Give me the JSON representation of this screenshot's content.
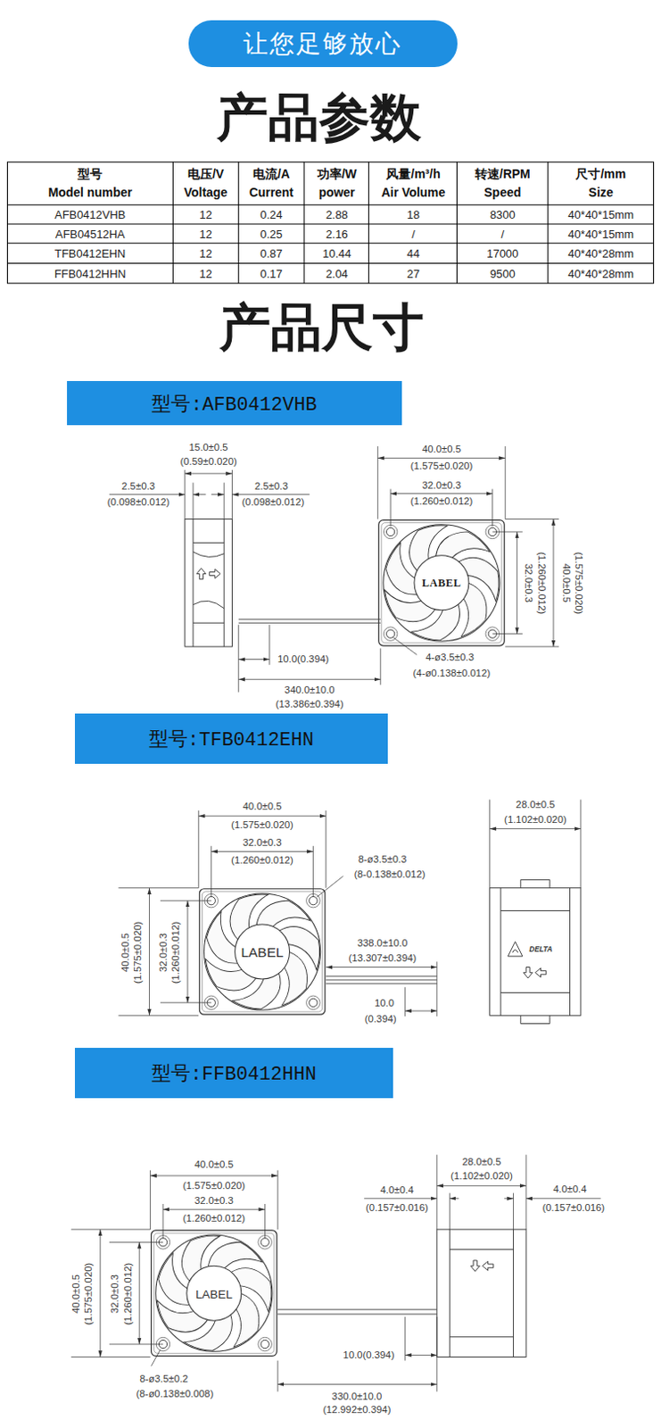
{
  "diagram": {
    "nodes": [
      {
        "text": [
          "让您足够放心"
        ]
      },
      {
        "text": [
          "型号:AFB0412VHB"
        ]
      },
      {
        "text": [
          "型号:TFB0412EHN"
        ]
      },
      {
        "text": [
          "型号:FFB0412HHN"
        ]
      }
    ],
    "labels": [
      "产品参数",
      "型号",
      "Model number",
      "电压/V",
      "Voltage",
      "电流/A",
      "Current",
      "功率/W",
      "power",
      "风量/m³/h",
      "Air Volume",
      "转速/RPM",
      "Speed",
      "尺寸/mm",
      "Size",
      "AFB0412VHB",
      "12",
      "0.24",
      "2.88",
      "18",
      "8300",
      "40*40*15mm",
      "AFB04512HA",
      "12",
      "0.25",
      "2.16",
      "/",
      "/",
      "40*40*15mm",
      "TFB0412EHN",
      "12",
      "0.87",
      "10.44",
      "44",
      "17000",
      "40*40*28mm",
      "FFB0412HHN",
      "12",
      "0.17",
      "2.04",
      "27",
      "9500",
      "40*40*28mm",
      "产品尺寸",
      "15.0±0.5",
      "(0.59±0.020)",
      "2.5±0.3",
      "(0.098±0.012)",
      "2.5±0.3",
      "(0.098±0.012)",
      "40.0±0.5",
      "(1.575±0.020)",
      "32.0±0.3",
      "(1.260±0.012)",
      "LABEL",
      "32.0±0.3",
      "(1.260±0.012)",
      "40.0±0.5",
      "(1.575±0.020)",
      "10.0(0.394)",
      "4-ø3.5±0.3",
      "(4-ø0.138±0.012)",
      "340.0±10.0",
      "(13.386±0.394)",
      "40.0±0.5",
      "(1.575±0.020)",
      "32.0±0.3",
      "(1.260±0.012)",
      "8-ø3.5±0.3",
      "(8-0.138±0.012)",
      "40.0±0.5",
      "(1.575±0.020)",
      "32.0±0.3",
      "(1.260±0.012)",
      "LABEL",
      "338.0±10.0",
      "(13.307±0.394)",
      "10.0",
      "(0.394)",
      "28.0±0.5",
      "(1.102±0.020)",
      "DELTA",
      "40.0±0.5",
      "(1.575±0.020)",
      "32.0±0.3",
      "(1.260±0.012)",
      "28.0±0.5",
      "(1.102±0.020)",
      "4.0±0.4",
      "(0.157±0.016)",
      "4.0±0.4",
      "(0.157±0.016)",
      "40.0±0.5",
      "(1.575±0.020)",
      "32.0±0.3",
      "(1.260±0.012)",
      "LABEL",
      "10.0(0.394)",
      "8-ø3.5±0.2",
      "(8-ø0.138±0.008)",
      "330.0±10.0",
      "(12.992±0.394)"
    ]
  }
}
